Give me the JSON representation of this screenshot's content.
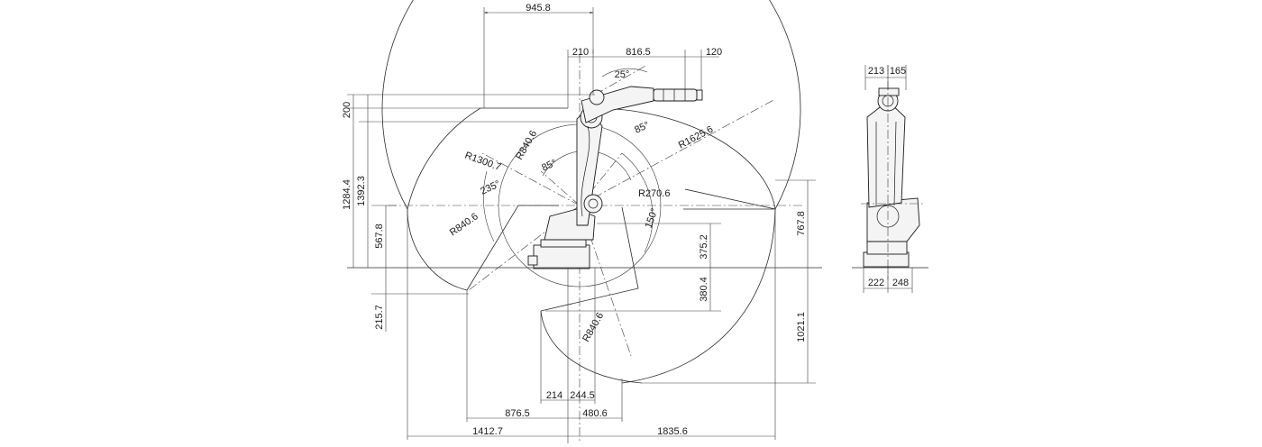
{
  "front_view": {
    "top": {
      "width_left": "945.8",
      "base_offset": "210",
      "arm_reach": "816.5",
      "flange": "120",
      "wrist_angle": "25°"
    },
    "left": {
      "offset_200": "200",
      "height_1284": "1284.4",
      "height_1392": "1392.3",
      "height_567": "567.8",
      "below_215": "215.7"
    },
    "radii": {
      "r1300": "R1300.7",
      "r840a": "R840.6",
      "r840b": "R840.6",
      "r840c": "R840.6",
      "r1625": "R1625.6",
      "r270": "R270.6"
    },
    "angles": {
      "a85a": "85°",
      "a85b": "85°",
      "a235": "235°",
      "a150": "150°"
    },
    "inner": {
      "d375": "375.2",
      "d380": "380.4"
    },
    "right": {
      "d767": "767.8",
      "d1021": "1021.1"
    },
    "bottom": {
      "d214": "214",
      "d244": "244.5",
      "d876": "876.5",
      "d480": "480.6",
      "d1412": "1412.7",
      "d1835": "1835.6"
    }
  },
  "side_view": {
    "top": {
      "d213": "213",
      "d165": "165"
    },
    "bottom": {
      "d222": "222",
      "d248": "248"
    }
  }
}
